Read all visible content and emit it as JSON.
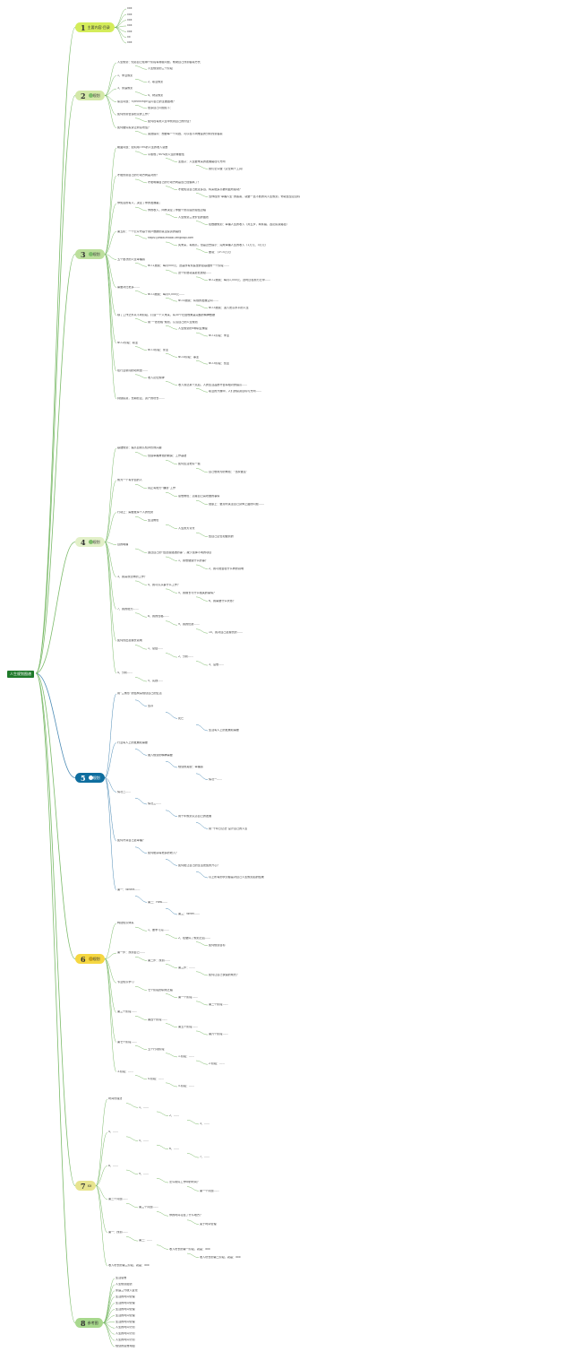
{
  "root": "人生规划图谱",
  "colors": {
    "b1": "#d4ec5a",
    "b2": "#d3e8a8",
    "b3": "#bcdf9c",
    "b4": "#e2f0c8",
    "b5": "#0f6e9f",
    "b6": "#f5d742",
    "b7": "#e7e48f",
    "b8": "#a8d88d",
    "link": "#7cbb6a",
    "linkblue": "#4c8bb5"
  },
  "b1": {
    "num": "1",
    "label": "主要内容·目录",
    "items": [
      "xxx",
      "xxx",
      "xxx",
      "xxx",
      "xxx",
      "xx",
      "xxx"
    ]
  },
  "b2": {
    "num": "2",
    "label": "规划",
    "items": [
      "人生规划：知道自己在哪个阶段有哪些问题，帮助自己找到答案方式",
      "人生规划的三个阶段",
      "1、学业规划",
      "2、职业规划",
      "3、家庭规划",
      "4、财富规划",
      "痛苦问题：</thinking>设问自己的主要困难？",
      "很多自己问题如下：",
      "如何找到合适稳定的工作？",
      "如何在有限人生中找到自己的价值？",
      "如何做好投资让财富增值？",
      "关键提问：想要每一个问题，可以在不同维度的分析找到答案"
    ]
  },
  "b3": {
    "num": "3",
    "label": "规划",
    "items": [
      "前面问题：如何用70%的人生的收入总数   ",
      "平衡效了60%的人生的重要性",
      "主题从：人生要未来的发展路径与方向",
      "我们怎么做（定位两个工具）",
      "才能找到自己的行动方向是对的？",
      "才能明确自己的行动方向是否已经偏离了？",
      "才能知道自己能走多远，将来能多高被利益所驱动？",
      "当你在找“幸福人生”的答案，就要一直不断的问人生规划，你就会坚定目标",
      "你知道的有人，决定了你的发展路；",
      "你的收入，同样决定了你整个的高度的总结过程",
      "人生规划三张价值的图表",
      "在数据规划：幸福人生的收入（共五步，两条路，选定投资路径）",
      "第五阶：一个公众号基于用户数据的关注投资的路线",
      "https://www.zhaoxi-lengkapi.com",
      "先未来，有前高，但是过去提示：完成幸福人生的收入（1万元、3万元）",
      "要领：（3～5万元）",
      "五个层次的人生幸福感",
      "NO.1层级：每月500元，这是所有家庭里的最基础的一个阶段……",
      "这个阶层就是最低层级……",
      "NO.2层级：每月1,000元，这时还在努力之中……",
      "需要对比更多……",
      "NO.3层级：每月5,000元……",
      "NO.4层级：有限的发展空间……",
      "NO.5层级：进入更高水平的人生",
      "除了工作之外以不同阶段，打造一个人未来，有30个社会效果是完整的精神数据",
      "用“一张表格”规划，认清自己的人生规划",
      "人生规划的5种职业梯度",
      "NO.1阶段：学业",
      "NO.2阶段：职业",
      "NO.3阶段：家业",
      "NO.4阶段：事业",
      "NO.5阶段：创业",
      "在行业新闻的动向里……",
      "收入定位规律",
      "收入到达某个点后，人的生活品质才会有相对的提高……",
      "职业的开展中，人们的投资目标与方向……",
      "持续投资，长期稳定、资产的增长……"
    ]
  },
  "b4": {
    "num": "4",
    "label": "规划",
    "items": [
      "基础规划：提高自我认知并形成兴趣",
      "创造幸福角色的前提：工作基础",
      "如何生活更好一些",
      "自己想成为的角色：“当家做主”",
      "成为一个有价值的人",
      "真正有能力“赚钱”工作",
      "思想角色：清楚自己喜欢做的事情",
      "健康上：要及时关注自己身体上面的问题……",
      "行动上：需要发挥个人的优势",
      "生活角色",
      "人生的大背景",
      "给自己定位和做到的",
      "目的明确",
      "通过自己的“给这些描述的事”，减少选择不明的项目",
      "1、我想做些什么的事？",
      "2、我可能会在什么样的领域",
      "3、我喜欢怎样的工作？",
      "4、我可以从事什么工作？",
      "5、我擅长与什么相关的事情？",
      "6、我需要什么状态？",
      "7、我的能力……",
      "8、我的性格……",
      "9、我的优势……",
      "10、我对自己最擅长的……",
      "如何找出最擅长领域",
      "1、总结……",
      "2、分析……",
      "3、设想……",
      "4、分析……",
      "5、实践……"
    ]
  },
  "b5": {
    "num": "5",
    "label": "规划",
    "items": [
      "用“三角形”的结构来规划自己的生活",
      "生存",
      "死亡",
      "生活有人上的发展和需要",
      "行业有人上的发展和需要",
      "融入规划的精神需要",
      "规划的关键：幸福感",
      "情况一……",
      "情况二……",
      "情况三……",
      "用十年规划认清自己的发展",
      "用“十年日记法”设计自己的人生",
      "如何才算自己最幸福？",
      "如何能获得更多的收入？",
      "如何能让自己的生活更加的开心？",
      "以上所有的状况都是对自己人生规划后的结果",
      "第一：Where……",
      "第二：How……",
      "第三：When……"
    ]
  },
  "b6": {
    "num": "6",
    "label": "规划",
    "items": [
      "构建知识体系",
      "1、要学习完……",
      "2、在做好了规划之后……",
      "如何规划目标",
      "第一步：找到自己……",
      "第二步：找到……",
      "第三步：……",
      "如何让自己快速的成长？",
      "专业知识学习",
      "七个阶段的职场之路",
      "第一个阶段……",
      "第二个阶段……",
      "第三个阶段……",
      "第四个阶段……",
      "第五个阶段……",
      "第六个阶段……",
      "第七个阶段……",
      "五个行动阶段",
      "1.阶段：……",
      "2.阶段：……",
      "3.阶段：……",
      "4.阶段：……",
      "5.阶段：……"
    ]
  },
  "b7": {
    "num": "7",
    "label": "xx",
    "items": [
      "时间管理法",
      "1、……",
      "2、……",
      "3、……",
      "4、……",
      "5、……",
      "6、……",
      "7、……",
      "8、……",
      "9、……",
      "怎么用好工作中的时间？",
      "第一个问题……",
      "第二个问题……",
      "第三个问题……",
      "你的时间花在了什么地方？",
      "关于时间管理",
      "第一：找到……",
      "第二：……",
      "收入增长的第一阶段，就是：xxx",
      "收入增长的第二阶段，就是：xxx",
      "收入增长的第三阶段，就是：xxx"
    ]
  },
  "b8": {
    "num": "8",
    "label": "参考图",
    "items": [
      "生活思维",
      "人生规划图谱",
      "家庭三代收入变化",
      "生活的时间管理",
      "生活的时间管理",
      "生活的时间管理",
      "生活的时间管理",
      "生活的时间管理",
      "人生的时间计划",
      "人生的时间计划",
      "人生的时间计划",
      "规划的思维导图"
    ]
  }
}
